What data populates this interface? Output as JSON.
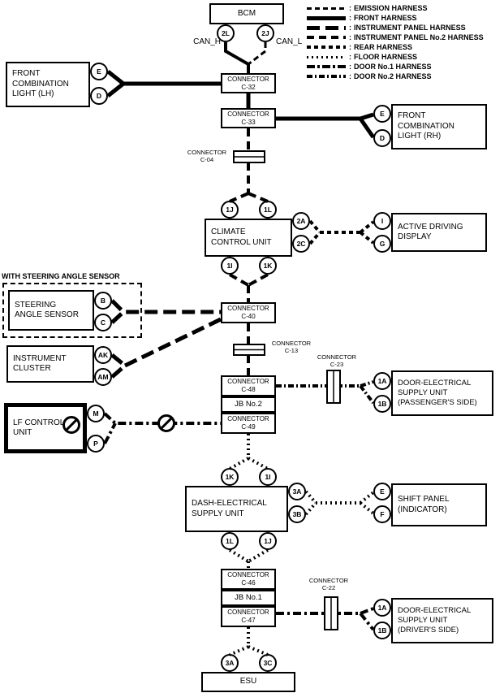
{
  "colors": {
    "line": "#000000",
    "background": "#ffffff"
  },
  "legend": {
    "separator": ":",
    "items": [
      {
        "label": "EMISSION HARNESS"
      },
      {
        "label": "FRONT HARNESS"
      },
      {
        "label": "INSTRUMENT PANEL HARNESS"
      },
      {
        "label": "INSTRUMENT PANEL No.2 HARNESS"
      },
      {
        "label": "REAR HARNESS"
      },
      {
        "label": "FLOOR HARNESS"
      },
      {
        "label": "DOOR No.1 HARNESS"
      },
      {
        "label": "DOOR No.2 HARNESS"
      }
    ]
  },
  "labels": {
    "can_h": "CAN_H",
    "can_l": "CAN_L",
    "with_steering": "WITH STEERING ANGLE SENSOR"
  },
  "units": {
    "bcm": "BCM",
    "front_light_lh": "FRONT\nCOMBINATION\nLIGHT (LH)",
    "front_light_rh": "FRONT\nCOMBINATION\nLIGHT (RH)",
    "climate": "CLIMATE\nCONTROL UNIT",
    "active_display": "ACTIVE DRIVING\nDISPLAY",
    "steering_sensor": "STEERING\nANGLE SENSOR",
    "instrument_cluster": "INSTRUMENT\nCLUSTER",
    "door_passenger": "DOOR-ELECTRICAL\nSUPPLY UNIT\n(PASSENGER'S SIDE)",
    "lf_control": "LF CONTROL\nUNIT",
    "dash_supply": "DASH-ELECTRICAL\nSUPPLY UNIT",
    "shift_panel": "SHIFT PANEL\n(INDICATOR)",
    "door_driver": "DOOR-ELECTRICAL\nSUPPLY UNIT\n(DRIVER'S SIDE)",
    "jb_no2": "JB No.2",
    "jb_no1": "JB No.1",
    "esu": "ESU"
  },
  "connectors": {
    "c32": "CONNECTOR\nC-32",
    "c33": "CONNECTOR\nC-33",
    "c04": "CONNECTOR\nC-04",
    "c40": "CONNECTOR\nC-40",
    "c13": "CONNECTOR\nC-13",
    "c48": "CONNECTOR\nC-48",
    "c49": "CONNECTOR\nC-49",
    "c23": "CONNECTOR\nC-23",
    "c46": "CONNECTOR\nC-46",
    "c47": "CONNECTOR\nC-47",
    "c22": "CONNECTOR\nC-22"
  },
  "pins": {
    "bcm_2l": "2L",
    "bcm_2j": "2J",
    "lh_e": "E",
    "lh_d": "D",
    "rh_e": "E",
    "rh_d": "D",
    "cc_1j": "1J",
    "cc_1l": "1L",
    "cc_2a": "2A",
    "cc_2c": "2C",
    "cc_1i": "1I",
    "cc_1k": "1K",
    "add_i": "I",
    "add_g": "G",
    "sas_b": "B",
    "sas_c": "C",
    "ic_ak": "AK",
    "ic_am": "AM",
    "dp_1a": "1A",
    "dp_1b": "1B",
    "lf_m": "M",
    "lf_p": "P",
    "de_1k": "1K",
    "de_1i": "1I",
    "de_3a": "3A",
    "de_3b": "3B",
    "de_1l": "1L",
    "de_1j": "1J",
    "sp_e": "E",
    "sp_f": "F",
    "dd_1a": "1A",
    "dd_1b": "1B",
    "esu_3a": "3A",
    "esu_3c": "3C"
  }
}
